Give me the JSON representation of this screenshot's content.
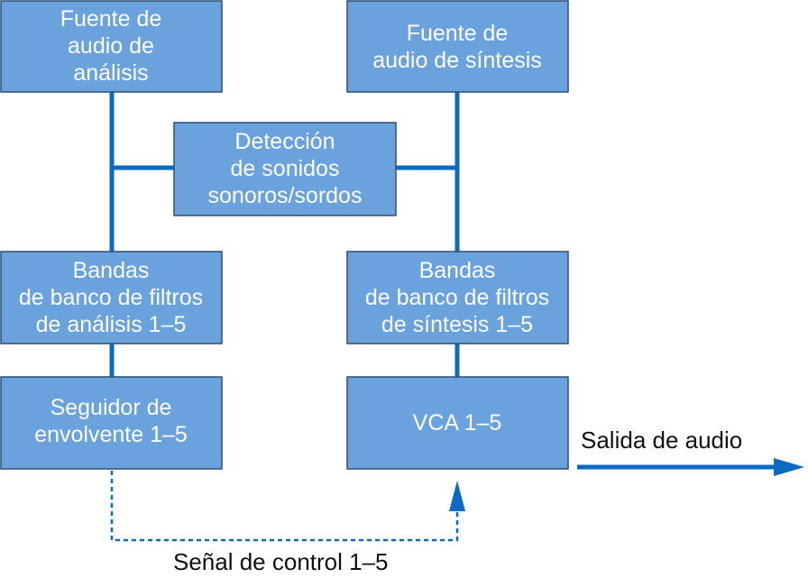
{
  "boxes": {
    "analysis_source": [
      "Fuente de",
      "audio de",
      "análisis"
    ],
    "synthesis_source": [
      "Fuente de",
      "audio de síntesis"
    ],
    "voiced_detection": [
      "Detección",
      "de sonidos",
      "sonoros/sordos"
    ],
    "analysis_filter_bands": [
      "Bandas",
      "de banco de filtros",
      "de análisis 1–5"
    ],
    "synthesis_filter_bands": [
      "Bandas",
      "de banco de filtros",
      "de síntesis 1–5"
    ],
    "envelope_follower": [
      "Seguidor de",
      "envolvente 1–5"
    ],
    "vca": [
      "VCA 1–5"
    ]
  },
  "labels": {
    "audio_output": "Salida de audio",
    "control_signal": "Señal de control 1–5"
  },
  "colors": {
    "box_fill": "#69a2dc",
    "box_border": "#2f4f72",
    "connector": "#0a6bc0",
    "box_text": "#ffffff",
    "label_text": "#111111"
  }
}
